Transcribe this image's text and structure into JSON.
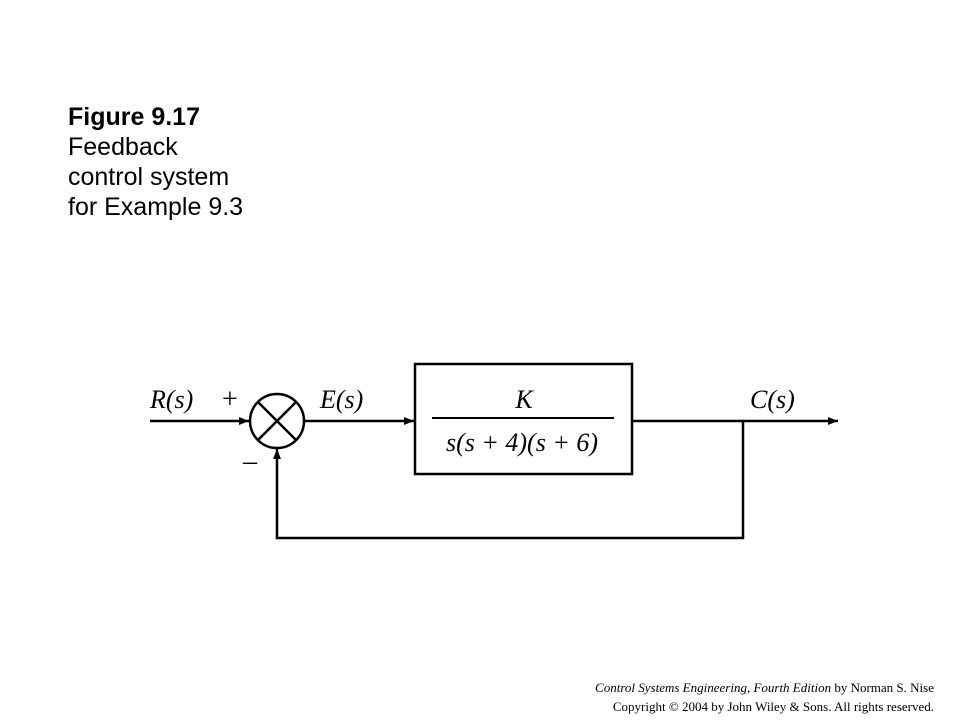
{
  "caption": {
    "figure_number": "Figure 9.17",
    "lines": [
      "Feedback",
      "control system",
      "for Example 9.3"
    ]
  },
  "diagram": {
    "input_label": "R(s)",
    "plus_sign": "+",
    "minus_sign": "–",
    "error_label": "E(s)",
    "numerator": "K",
    "denominator": "s(s + 4)(s + 6)",
    "output_label": "C(s)"
  },
  "footer": {
    "book_title": "Control Systems Engineering, Fourth Edition",
    "author": " by Norman S. Nise",
    "copyright": "Copyright © 2004 by John Wiley & Sons. All rights reserved."
  }
}
